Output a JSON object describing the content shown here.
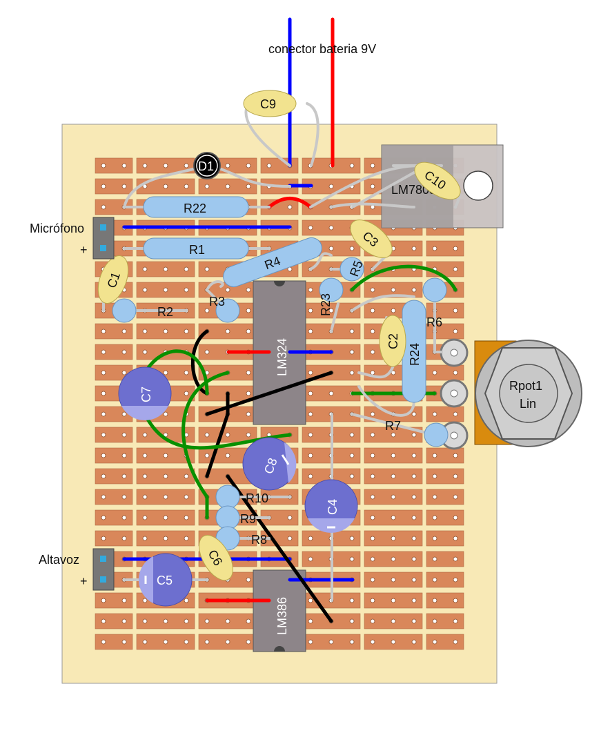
{
  "diagram": {
    "title": "conector bateria 9V",
    "connectors": {
      "microphone": {
        "label": "Micrófono",
        "plus": "+"
      },
      "speaker": {
        "label": "Altavoz",
        "plus": "+"
      }
    },
    "components": {
      "D1": "D1",
      "C9": "C9",
      "C10": "C10",
      "R22": "R22",
      "R1": "R1",
      "R2": "R2",
      "R3": "R3",
      "R4": "R4",
      "R5": "R5",
      "R6": "R6",
      "R7": "R7",
      "R8": "R8",
      "R9": "R9",
      "R10": "R10",
      "R23": "R23",
      "R24": "R24",
      "C1": "C1",
      "C2": "C2",
      "C3": "C3",
      "C4": "C4",
      "C5": "C5",
      "C6": "C6",
      "C7": "C7",
      "C8": "C8",
      "LM324": "LM324",
      "LM386": "LM386",
      "LM7805": "LM7805",
      "Rpot1": "Rpot1",
      "Lin": "Lin"
    },
    "colors": {
      "board": "#f8e9b6",
      "copper": "#d9875a",
      "hole": "#ffffff",
      "resistor": "#9ec8ee",
      "ceramic_cap": "#f2e38f",
      "electrolytic": "#6d6fcf",
      "ic": "#8d8589",
      "wire_red": "#ff0000",
      "wire_blue": "#0000ff",
      "wire_green": "#089000",
      "wire_black": "#000000",
      "lead": "#c8c8c8"
    }
  }
}
